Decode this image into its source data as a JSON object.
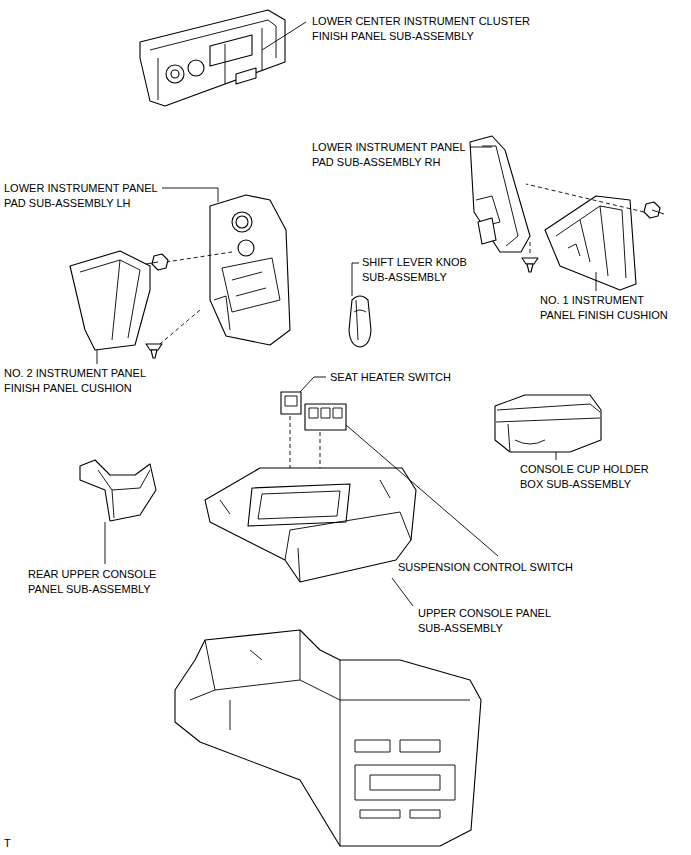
{
  "diagram": {
    "labels": [
      "LOWER CENTER INSTRUMENT CLUSTER FINISH PANEL SUB-ASSEMBLY",
      "LOWER INSTRUMENT PANEL PAD SUB-ASSEMBLY RH",
      "LOWER INSTRUMENT PANEL PAD SUB-ASSEMBLY LH",
      "SHIFT LEVER KNOB SUB-ASSEMBLY",
      "NO. 1 INSTRUMENT PANEL FINISH CUSHION",
      "NO. 2 INSTRUMENT PANEL FINISH PANEL CUSHION",
      "SEAT HEATER SWITCH",
      "CONSOLE CUP HOLDER BOX SUB-ASSEMBLY",
      "REAR UPPER CONSOLE PANEL SUB-ASSEMBLY",
      "SUSPENSION CONTROL SWITCH",
      "UPPER CONSOLE PANEL SUB-ASSEMBLY",
      "T"
    ]
  }
}
